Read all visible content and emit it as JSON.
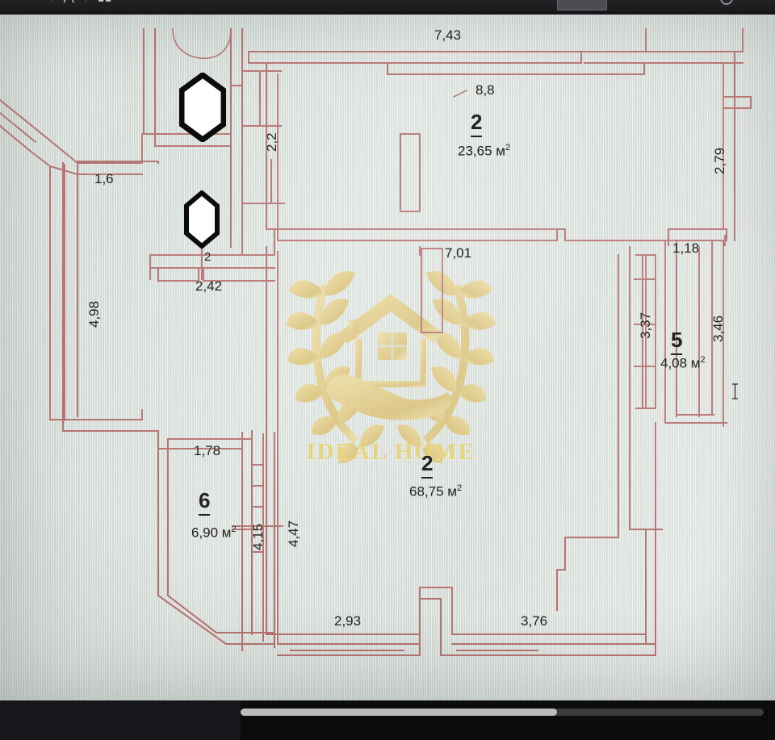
{
  "window": {
    "toolbar_icons": [
      "chevron-down-icon",
      "stamp-icon",
      "signature-icon",
      "text-cursor-icon",
      "highlight-icon"
    ],
    "scrollbar": "horizontal-scrollbar"
  },
  "watermark": {
    "brand_text": "IDEAL HOME",
    "emblem": "laurel-wreath-house-in-hand-icon",
    "color": "#e7cf63"
  },
  "plan": {
    "line_color": "#b4716f",
    "rooms": [
      {
        "id": "room-2-top",
        "number": "2",
        "area": "23,65 м",
        "area_sup": "2"
      },
      {
        "id": "room-2-central",
        "number": "2",
        "area": "68,75 м",
        "area_sup": "2"
      },
      {
        "id": "room-5",
        "number": "5",
        "area": "4,08 м",
        "area_sup": "2"
      },
      {
        "id": "room-6",
        "number": "6",
        "area": "6,90 м",
        "area_sup": "2"
      }
    ],
    "small_marker_label": "2",
    "dimensions": {
      "top_main": "7,43",
      "top_room_width": "8,8",
      "left_upper_width": "1,6",
      "left_height": "4,98",
      "balcony_height": "2,2",
      "balcony_width": "2,42",
      "right_upper_height": "2,79",
      "right_niche_width": "1,18",
      "right_niche_height": "3,46",
      "right_inner_height": "3,37",
      "central_width": "7,01",
      "room6_width": "1,78",
      "room6_height": "4,15",
      "room6_outer_height": "4,47",
      "bottom_left": "2,93",
      "bottom_right": "3,76"
    }
  }
}
